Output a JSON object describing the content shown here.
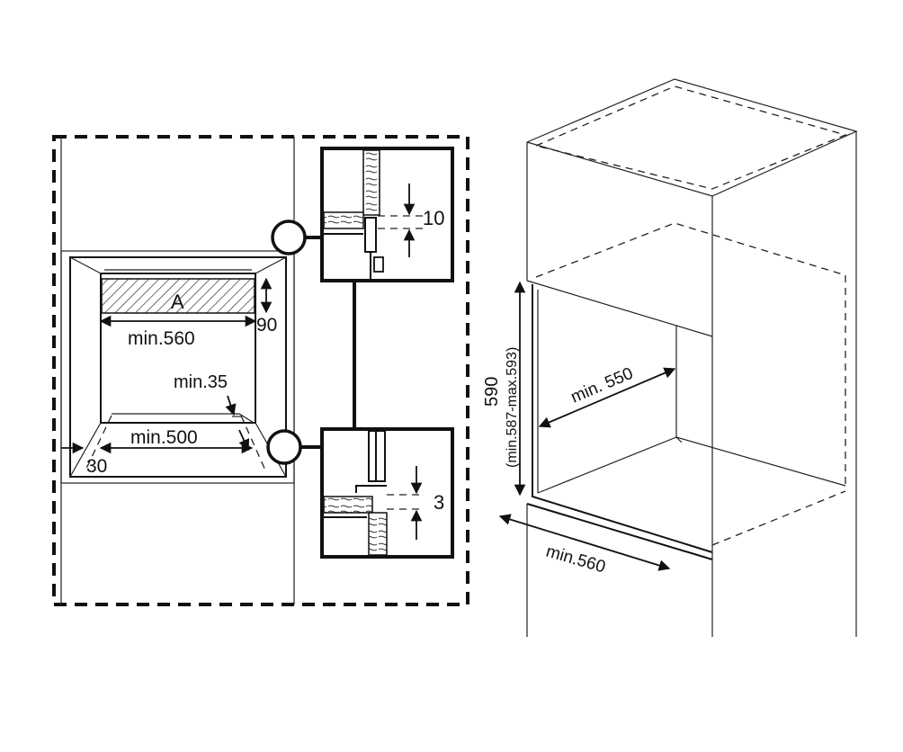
{
  "left_view": {
    "label_a": "A",
    "dim_min_560": "min.560",
    "dim_90": "90",
    "dim_min_35": "min.35",
    "dim_min_500": "min.500",
    "dim_30": "30"
  },
  "detail_top": {
    "dim": "10"
  },
  "detail_bottom": {
    "dim": "3"
  },
  "right_view": {
    "dim_590": "590",
    "dim_range": "(min.587-max.593)",
    "dim_min_550": "min. 550",
    "dim_min_560": "min.560"
  }
}
